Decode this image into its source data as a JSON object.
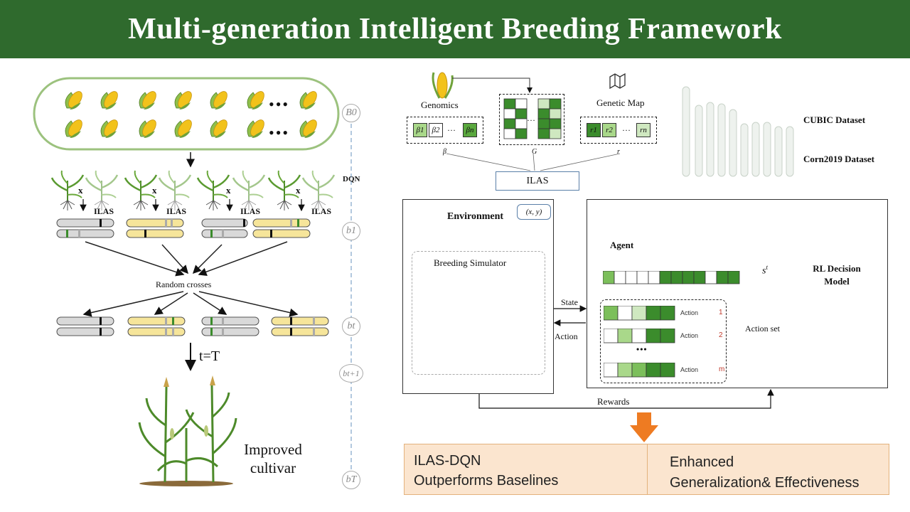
{
  "title": "Multi-generation Intelligent Breeding Framework",
  "left": {
    "ilas_labels": [
      "ILAS",
      "ILAS",
      "ILAS",
      "ILAS"
    ],
    "cross_symbol": "x",
    "random_crosses": "Random crosses",
    "t_label": "t=T",
    "cultivar_line1": "Improved",
    "cultivar_line2": "cultivar",
    "ellipsis": "•••"
  },
  "timeline": {
    "dqn": "DQN",
    "generations": [
      "B0",
      "b1",
      "bt",
      "bt+1",
      "bT"
    ]
  },
  "inputs": {
    "genomics_label": "Genomics",
    "genetic_map_label": "Genetic Map",
    "beta_cells": [
      "β1",
      "β2",
      "…",
      "βn"
    ],
    "r_cells": [
      "r1",
      "r2",
      "…",
      "rn"
    ],
    "beta_symbol": "β",
    "g_symbol": "G",
    "r_symbol": "r",
    "dots": "…"
  },
  "datasets": {
    "cubic": "CUBIC Dataset",
    "corn": "Corn2019 Dataset"
  },
  "ilas_box": "ILAS",
  "environment": {
    "title": "Environment",
    "xy_label": "(x, y)",
    "simulator_label": "Breeding Simulator"
  },
  "arrows": {
    "state": "State",
    "action": "Action",
    "rewards": "Rewards",
    "action_set": "Action set",
    "st": "s",
    "st_sup": "t"
  },
  "agent": {
    "label": "Agent",
    "model_label_1": "RL Decision",
    "model_label_2": "Model",
    "action_rows": [
      {
        "label": "Action",
        "index": "1"
      },
      {
        "label": "Action",
        "index": "2"
      },
      {
        "label": "Action",
        "index": "m"
      }
    ],
    "row_dots": "•••"
  },
  "conclusion": {
    "left_line1": "ILAS-DQN",
    "left_line2": "Outperforms Baselines",
    "right_line1": "Enhanced",
    "right_line2": "Generalization& Effectiveness"
  },
  "colors": {
    "banner": "#2f6a2d",
    "dark_green": "#3b8c2c",
    "mid_green": "#7cbf5b",
    "light_green": "#cfe8c0",
    "chrom_yellow": "#f6e59a",
    "chrom_gray": "#d9d9d9",
    "conclusion_bg": "#fbe5cf",
    "arrow_orange": "#ee7b22"
  }
}
